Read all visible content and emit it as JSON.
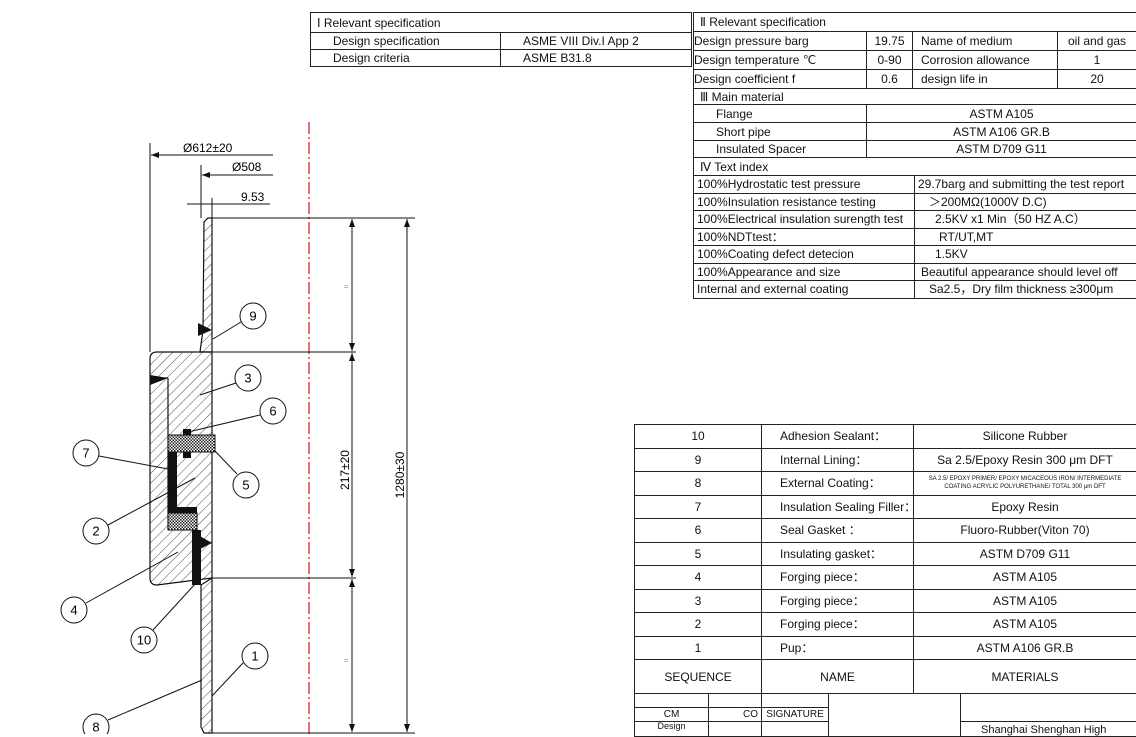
{
  "spec1": {
    "title": "Ⅰ Relevant specification",
    "rows": [
      [
        "Design specification",
        "ASME VIII Div.I App 2"
      ],
      [
        "Design  criteria",
        "ASME B31.8"
      ]
    ]
  },
  "spec2": {
    "title": "Ⅱ Relevant specification",
    "rows": [
      [
        "Design  pressure barg",
        "19.75",
        "Name of medium",
        "oil and gas"
      ],
      [
        "Design  temperature ℃",
        "0-90",
        "Corrosion allowance",
        "1"
      ],
      [
        "Design coefficient   f",
        "0.6",
        "design life in",
        "20"
      ]
    ]
  },
  "material": {
    "title": "Ⅲ  Main material",
    "rows": [
      [
        "Flange",
        "ASTM  A105"
      ],
      [
        "Short pipe",
        "ASTM A106 GR.B"
      ],
      [
        "Insulated Spacer",
        "ASTM D709   G11"
      ]
    ]
  },
  "text_index": {
    "title": "Ⅳ  Text index",
    "rows": [
      [
        "100%Hydrostatic test pressure",
        "29.7barg and submitting the test report"
      ],
      [
        "100%Insulation resistance testing",
        "   ＞200MΩ(1000V D.C)"
      ],
      [
        "100%Electrical insulation surength  test",
        "2.5KV x1 Min（50 HZ A.C）"
      ],
      [
        "100%NDTtest：",
        "RT/UT,MT"
      ],
      [
        "100%Coating defect detecion",
        "1.5KV"
      ],
      [
        "100%Appearance and size",
        "Beautiful appearance should level off"
      ],
      [
        "Internal and external coating",
        "Sa2.5，Dry film thickness ≥300μm"
      ]
    ]
  },
  "bom": {
    "rows": [
      [
        "10",
        "Adhesion   Sealant：",
        "Silicone Rubber"
      ],
      [
        "9",
        "Internal Lining：",
        "Sa 2.5/Epoxy Resin 300 μm DFT"
      ],
      [
        "8",
        "External Coating：",
        "SA 2.5/ EPOXY PRIMER/ EPOXY MICACEOUS IRON/ INTERMEDIATE COATING ACRYLIC POLYURETHANE/ TOTAL 300 μm DFT"
      ],
      [
        "7",
        "Insulation Sealing Filler：",
        "Epoxy  Resin"
      ],
      [
        "6",
        "Seal  Gasket ：",
        "Fluoro-Rubber(Viton 70)"
      ],
      [
        "5",
        "Insulating gasket：",
        "ASTM D709 G11"
      ],
      [
        "4",
        "Forging piece：",
        "ASTM  A105"
      ],
      [
        "3",
        "Forging piece：",
        "ASTM  A105"
      ],
      [
        "2",
        "Forging piece：",
        "ASTM  A105"
      ],
      [
        "1",
        "Pup：",
        "ASTM A106 GR.B"
      ]
    ],
    "headers": [
      "SEQUENCE",
      "NAME",
      "MATERIALS"
    ]
  },
  "title_block": {
    "cm": "CM",
    "co": "CO",
    "signature": "SIGNATURE",
    "design": "Design",
    "company": "Shanghai Shenghan High"
  },
  "drawing": {
    "dim_outer": "Ø612±20",
    "dim_inner": "Ø508",
    "dim_wall": "9.53",
    "dim_flange_len": "217±20",
    "dim_total_len": "1280±30",
    "equal_mark": "=",
    "balloons": [
      "9",
      "3",
      "6",
      "7",
      "5",
      "2",
      "4",
      "10",
      "1",
      "8"
    ],
    "centerline_color": "#e0202a"
  }
}
